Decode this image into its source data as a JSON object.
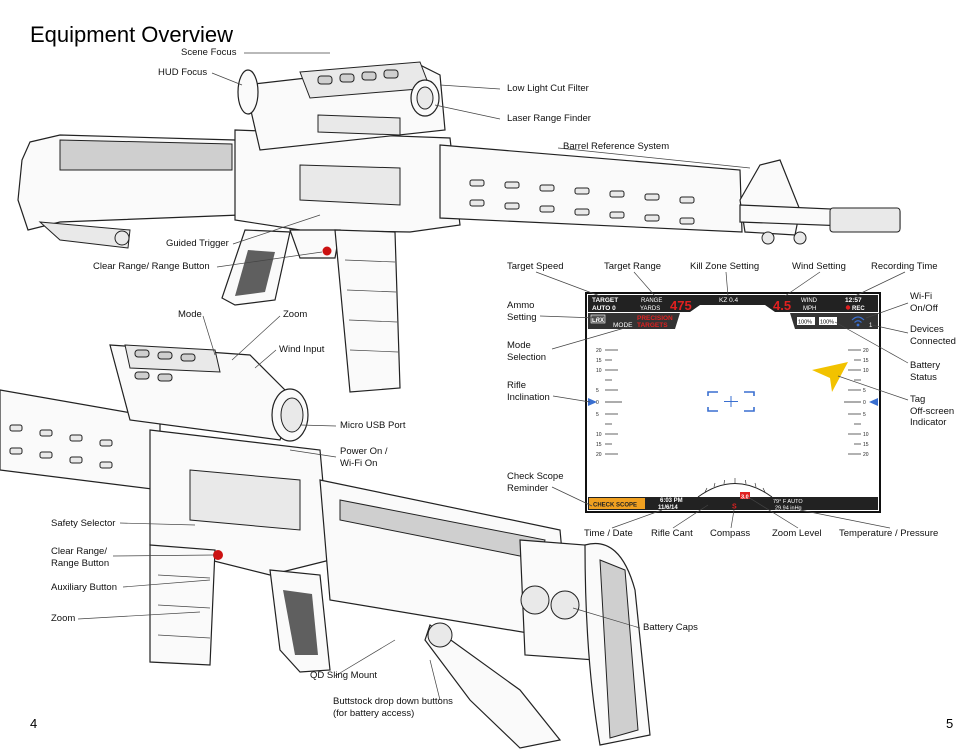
{
  "page": {
    "title": "Equipment Overview",
    "page_left": "4",
    "page_right": "5"
  },
  "top_rifle_labels": {
    "scene_focus": "Scene Focus",
    "hud_focus": "HUD Focus",
    "low_light_cut_filter": "Low Light Cut Filter",
    "laser_range_finder": "Laser Range Finder",
    "barrel_reference_system": "Barrel Reference System",
    "guided_trigger": "Guided Trigger",
    "clear_range_button": "Clear Range/ Range Button"
  },
  "bottom_rifle_labels": {
    "mode": "Mode",
    "zoom_top": "Zoom",
    "wind_input": "Wind Input",
    "micro_usb_port": "Micro USB Port",
    "power_on_1": "Power On /",
    "power_on_2": "Wi-Fi On",
    "safety_selector": "Safety Selector",
    "clear_range_1": "Clear Range/",
    "clear_range_2": "Range Button",
    "auxiliary_button": "Auxiliary Button",
    "zoom_bottom": "Zoom",
    "qd_sling_mount": "QD Sling Mount",
    "battery_caps": "Battery Caps",
    "buttstock_1": "Buttstock drop down buttons",
    "buttstock_2": "(for battery access)"
  },
  "hud_labels": {
    "target_speed": "Target Speed",
    "target_range": "Target Range",
    "kill_zone_setting": "Kill Zone Setting",
    "wind_setting": "Wind Setting",
    "recording_time": "Recording Time",
    "ammo_setting_1": "Ammo",
    "ammo_setting_2": "Setting",
    "mode_selection_1": "Mode",
    "mode_selection_2": "Selection",
    "rifle_inclination_1": "Rifle",
    "rifle_inclination_2": "Inclination",
    "check_scope_reminder_1": "Check Scope",
    "check_scope_reminder_2": "Reminder",
    "wifi_1": "Wi-Fi",
    "wifi_2": "On/Off",
    "devices_1": "Devices",
    "devices_2": "Connected",
    "battery_1": "Battery",
    "battery_2": "Status",
    "tag_1": "Tag",
    "tag_2": "Off-screen",
    "tag_3": "Indicator",
    "time_date": "Time / Date",
    "rifle_cant": "Rifle Cant",
    "compass": "Compass",
    "zoom_level": "Zoom Level",
    "temperature_pressure": "Temperature / Pressure"
  },
  "hud_screen": {
    "target_label_1": "TARGET",
    "target_label_2": "AUTO 0",
    "range_label_1": "RANGE",
    "range_label_2": "YARDS",
    "range_value": "475",
    "kill_zone": "KZ 0.4",
    "wind_value": "4.5",
    "wind_label_1": "WIND",
    "wind_label_2": "MPH",
    "rec_time": "12:57",
    "rec_label": "REC",
    "ammo_code": "LRX",
    "mode_label": "MODE",
    "mode_value_1": "PRECISION",
    "mode_value_2": "TARGETS",
    "battery_1": "100%",
    "battery_2": "100%",
    "devices_count": "1",
    "check_scope": "CHECK SCOPE",
    "time": "6:03 PM",
    "date": "11/6/14",
    "zoom": "3.0",
    "compass_heading": "S",
    "temp": "79° F AUTO",
    "pressure": "29.94 inHg",
    "scale_left": [
      "20",
      "15",
      "10",
      "5",
      "0",
      "5",
      "10",
      "15",
      "20"
    ],
    "scale_right": [
      "20",
      "15",
      "10",
      "5",
      "0",
      "5",
      "10",
      "15",
      "20"
    ]
  },
  "colors": {
    "hud_red": "#e02020",
    "hud_orange": "#f0a020",
    "hud_blue": "#3a6fd0",
    "tag_yellow": "#f2c200",
    "button_red": "#cc1111"
  }
}
